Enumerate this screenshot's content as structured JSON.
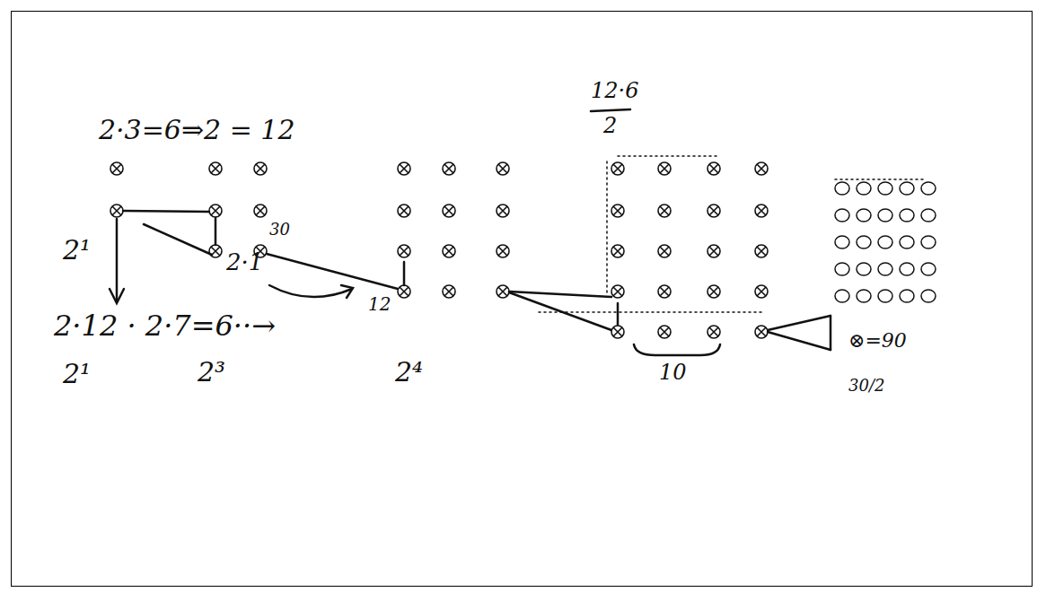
{
  "diagram": {
    "labels": [
      "2·3=6⇒2 = 12",
      "12·6",
      "2",
      "2¹",
      "30",
      "2·1",
      "12",
      "2·12 · 2·7=6··→",
      "2¹",
      "2³",
      "2⁴",
      "10",
      "⊗=90",
      "30/2"
    ]
  }
}
